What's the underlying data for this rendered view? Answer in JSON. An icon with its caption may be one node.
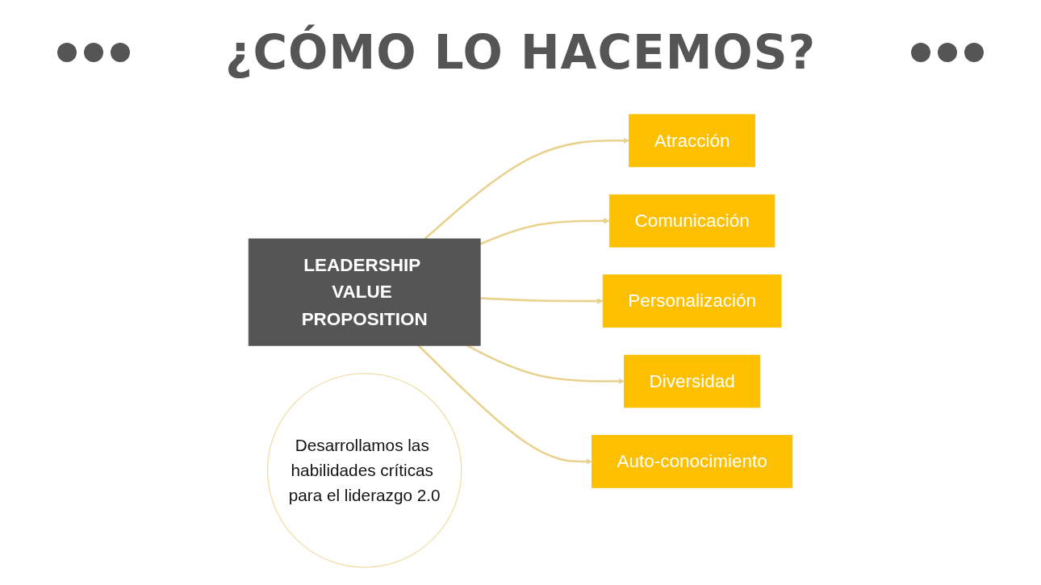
{
  "diagram": {
    "title": "¿CÓMO LO HACEMOS?",
    "nodes": [
      {
        "text": [
          "Atracción"
        ]
      },
      {
        "text": [
          "Comunicación"
        ]
      },
      {
        "text": [
          "Personalización"
        ]
      },
      {
        "text": [
          "Desarrollamos las habilidades críticas para el liderazgo 2.0"
        ]
      },
      {
        "text": [
          "LEADERSHIP VALUE PROPOSITION"
        ]
      },
      {
        "text": [
          "Diversidad"
        ]
      },
      {
        "text": [
          "Auto-conocimiento"
        ]
      }
    ],
    "edges": [
      {
        "from": 4,
        "to": 0,
        "arrow": "to"
      },
      {
        "from": 4,
        "to": 1,
        "arrow": "to"
      },
      {
        "from": 4,
        "to": 2,
        "arrow": "to"
      },
      {
        "from": 4,
        "to": 5,
        "arrow": "to"
      },
      {
        "from": 4,
        "to": 6,
        "arrow": "to"
      }
    ]
  }
}
